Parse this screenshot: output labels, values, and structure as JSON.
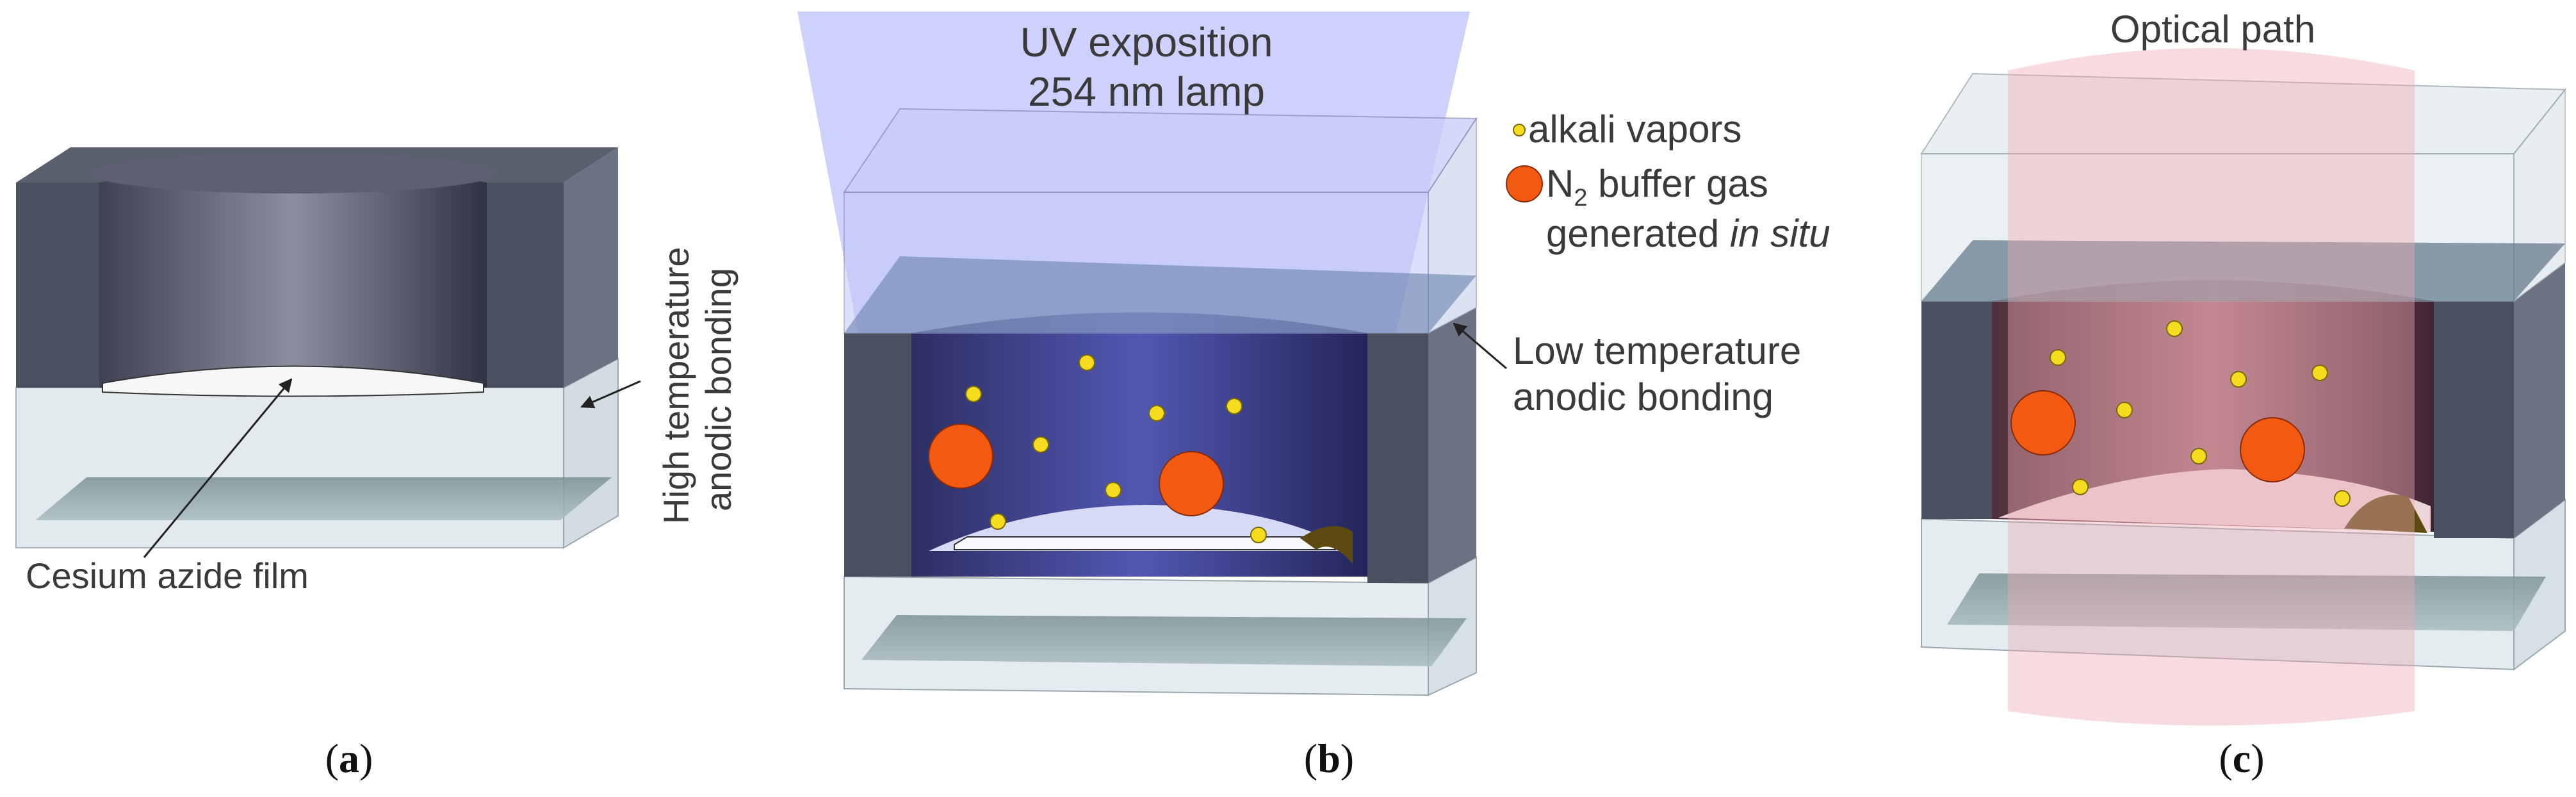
{
  "panels": {
    "a": {
      "caption_open": "(",
      "caption_letter": "a",
      "caption_close": ")",
      "film_label": "Cesium azide film",
      "bond_label_line1": "High temperature",
      "bond_label_line2": "anodic bonding"
    },
    "b": {
      "caption_open": "(",
      "caption_letter": "b",
      "caption_close": ")",
      "uv_line1": "UV exposition",
      "uv_line2": "254 nm lamp",
      "bond_label_line1": "Low temperature",
      "bond_label_line2": "anodic bonding"
    },
    "c": {
      "caption_open": "(",
      "caption_letter": "c",
      "caption_close": ")",
      "optical_path_label": "Optical path"
    }
  },
  "legend": {
    "alkali_label": "alkali vapors",
    "n2_symbol": "N",
    "n2_subscript": "2",
    "n2_label": " buffer gas",
    "generated_label": "generated ",
    "in_situ_label": "in situ"
  },
  "colors": {
    "silicon_dark": "#4a4f5e",
    "silicon_light": "#7a7f8e",
    "glass_fill": "#e4ecf0",
    "glass_edge": "#9aa8b0",
    "uv_beam": "#b9bdfa",
    "optical_beam": "#ecaab0",
    "alkali_dot": "#f5dc1e",
    "n2_dot": "#f25a12",
    "residue": "#5c4a10"
  },
  "icons": {
    "alkali": "small-yellow-circle",
    "n2": "orange-circle"
  }
}
